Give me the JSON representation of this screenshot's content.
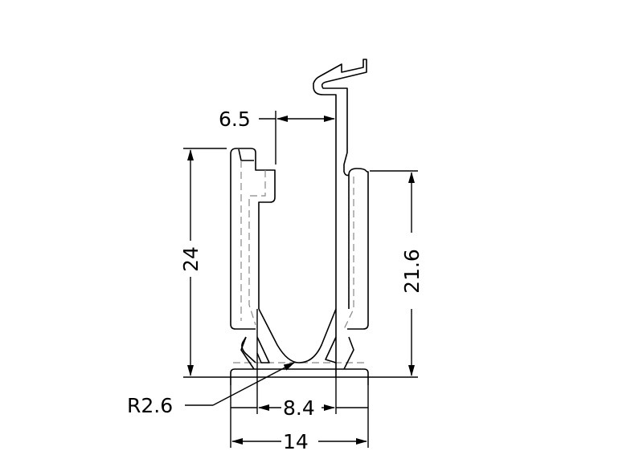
{
  "drawing": {
    "dimensions": {
      "height_total": "24",
      "height_inner": "21.6",
      "gap_top": "6.5",
      "inner_width": "8.4",
      "base_width": "14",
      "radius": "R2.6"
    },
    "colors": {
      "line": "#000000",
      "hidden_line": "#888888"
    }
  }
}
